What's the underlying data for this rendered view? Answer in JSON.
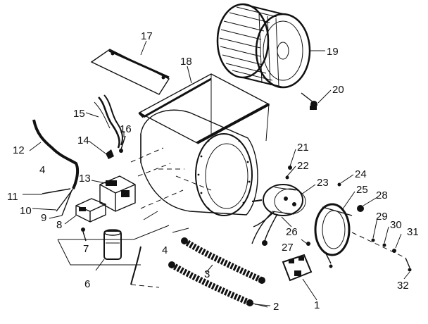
{
  "diagram": {
    "labels": [
      "1",
      "2",
      "3",
      "4",
      "4",
      "6",
      "7",
      "8",
      "9",
      "10",
      "11",
      "12",
      "13",
      "14",
      "15",
      "16",
      "17",
      "18",
      "19",
      "20",
      "21",
      "22",
      "23",
      "24",
      "25",
      "26",
      "27",
      "28",
      "29",
      "30",
      "31",
      "32"
    ]
  }
}
